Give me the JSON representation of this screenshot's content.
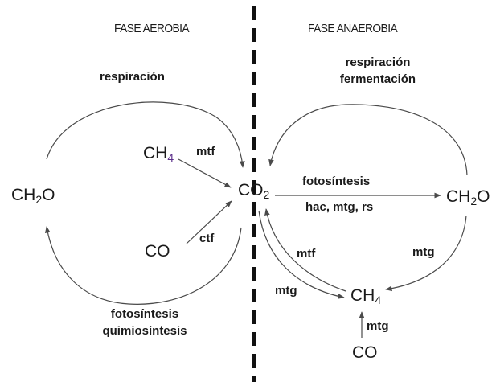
{
  "phases": {
    "aerobic": "FASE AEROBIA",
    "anaerobic": "FASE ANAEROBIA"
  },
  "processes": {
    "aerobic_top": "respiración",
    "aerobic_bottom_1": "fotosíntesis",
    "aerobic_bottom_2": "quimiosíntesis",
    "anaerobic_top_1": "respiración",
    "anaerobic_top_2": "fermentación",
    "center_1": "fotosíntesis",
    "center_2": "hac, mtg, rs"
  },
  "compounds": {
    "ch2o_left": {
      "base": "CH",
      "sub": "2",
      "tail": "O"
    },
    "ch4_left": {
      "base": "CH",
      "sub": "4",
      "tail": ""
    },
    "co_left": {
      "base": "CO",
      "sub": "",
      "tail": ""
    },
    "co2_center": {
      "base": "CO",
      "sub": "2",
      "tail": ""
    },
    "ch2o_right": {
      "base": "CH",
      "sub": "2",
      "tail": "O"
    },
    "ch4_right": {
      "base": "CH",
      "sub": "4",
      "tail": ""
    },
    "co_right": {
      "base": "CO",
      "sub": "",
      "tail": ""
    }
  },
  "abbreviations": {
    "mtf_left": "mtf",
    "ctf_left": "ctf",
    "mtf_right": "mtf",
    "mtg_right_arc": "mtg",
    "mtg_left_arc": "mtg",
    "mtg_bottom": "mtg"
  },
  "colors": {
    "line": "#4a4a4a",
    "divider": "#111111",
    "text": "#1a1a1a"
  }
}
